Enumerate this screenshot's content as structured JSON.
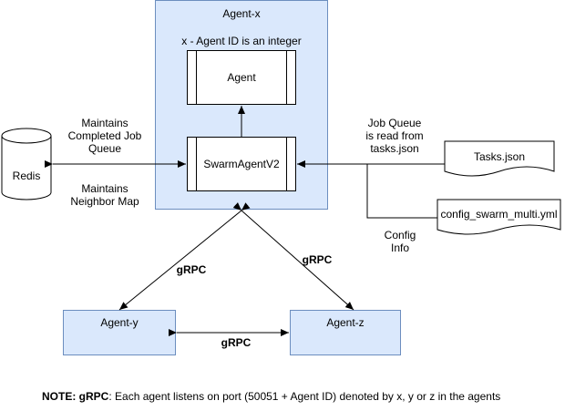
{
  "agent_x": {
    "title": "Agent-x",
    "subtitle": "x - Agent ID is an integer",
    "agent_label": "Agent",
    "swarm_label": "SwarmAgentV2"
  },
  "redis": {
    "label": "Redis"
  },
  "redis_notes": {
    "line1": "Maintains",
    "line2": "Completed Job",
    "line3": "Queue",
    "line4": "Maintains",
    "line5": "Neighbor Map"
  },
  "job_queue_note": {
    "line1": "Job Queue",
    "line2": "is read from",
    "line3": "tasks.json"
  },
  "tasks_doc": {
    "label": "Tasks.json"
  },
  "config_doc": {
    "label": "config_swarm_multi.yml"
  },
  "config_note": {
    "line1": "Config",
    "line2": "Info"
  },
  "agent_y": {
    "label": "Agent-y"
  },
  "agent_z": {
    "label": "Agent-z"
  },
  "grpc": {
    "left": "gRPC",
    "right": "gRPC",
    "bottom": "gRPC"
  },
  "note": {
    "prefix": "NOTE: gRPC",
    "text": ": Each agent listens on port (50051 + Agent ID) denoted by x, y or z in the agents"
  },
  "colors": {
    "agent_fill": "#dae8fc",
    "agent_border": "#6c8ebf"
  }
}
